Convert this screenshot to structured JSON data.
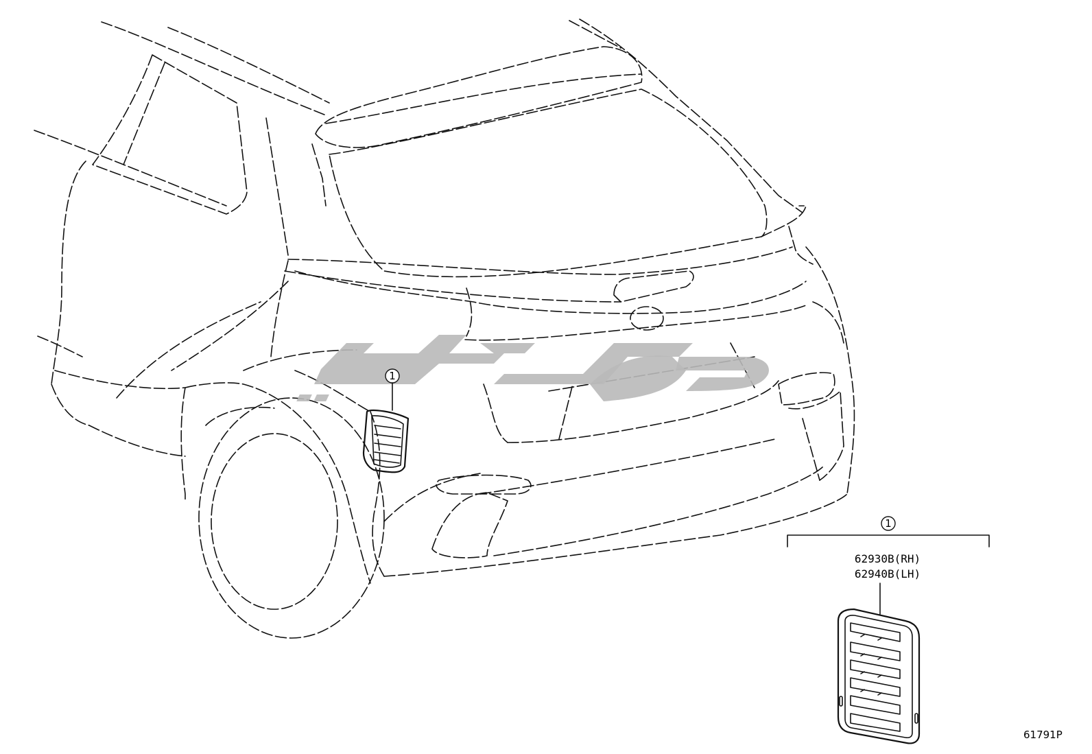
{
  "callouts": {
    "vehicle_callout": "1",
    "legend_callout": "1"
  },
  "parts": {
    "rh": "62930B(RH)",
    "lh": "62940B(LH)"
  },
  "diagram_code": "61791P",
  "icons": {
    "watermark": "brand-watermark-icon",
    "vent": "rear-bumper-duct-vent-icon"
  },
  "colors": {
    "line": "#111111",
    "watermark": "#b9b9b9",
    "background": "#ffffff"
  }
}
